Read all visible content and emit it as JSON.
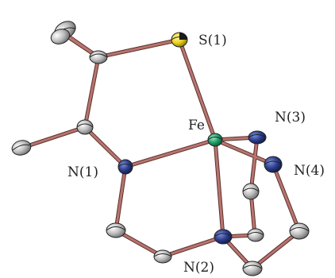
{
  "labels": {
    "s1": "S(1)",
    "fe": "Fe",
    "n1": "N(1)",
    "n2": "N(2)",
    "n3": "N(3)",
    "n4": "N(4)"
  },
  "colors": {
    "bond": "#b9746e",
    "bond_edge": "#5a3230",
    "carbon": "#bdbdbd",
    "nitrogen": "#2c3e8f",
    "iron": "#1fa06a",
    "sulfur": "#e8d21a"
  }
}
